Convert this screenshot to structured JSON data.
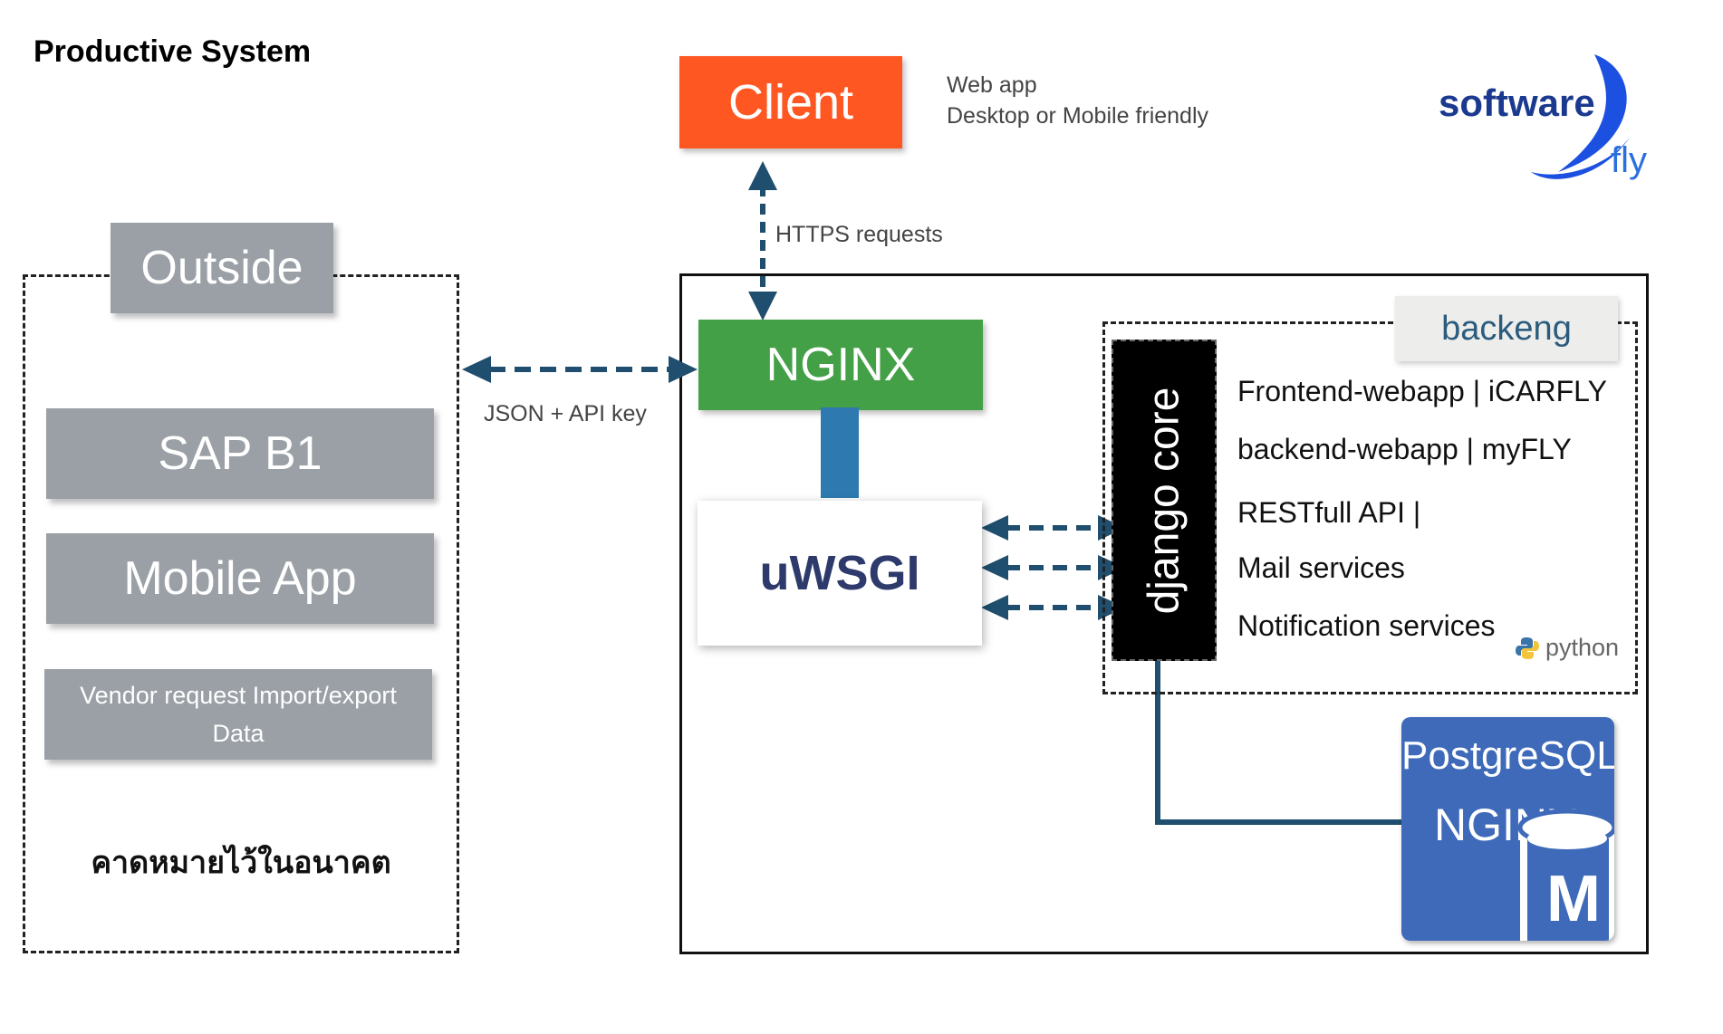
{
  "title": "Productive System",
  "client": {
    "label": "Client",
    "note_line1": "Web app",
    "note_line2": "Desktop or Mobile friendly"
  },
  "connections": {
    "https_label": "HTTPS requests",
    "json_label": "JSON + API key"
  },
  "outside": {
    "label": "Outside",
    "items": [
      "SAP B1",
      "Mobile App",
      "Vendor request Import/export",
      "Data"
    ],
    "future_note": "คาดหมายไว้ในอนาคต"
  },
  "server": {
    "nginx": "NGINX",
    "uwsgi": "uWSGI",
    "backend_label": "backeng",
    "django": "django core",
    "services": [
      "Frontend-webapp | iCARFLY",
      "backend-webapp | myFLY",
      "RESTfull API |",
      "Mail services",
      "Notification services"
    ],
    "python_label": "python",
    "db_title": "PostgreSQL",
    "db_sub": "NGINX",
    "db_icon_letter": "M"
  },
  "logo": {
    "word1": "software",
    "word2": "fly"
  },
  "colors": {
    "client": "#ff5722",
    "nginx": "#43a047",
    "outside_boxes": "#9aa0a6",
    "arrows": "#1f4e6e",
    "pipe": "#2e7ab0",
    "postgres": "#3e6ab9"
  }
}
